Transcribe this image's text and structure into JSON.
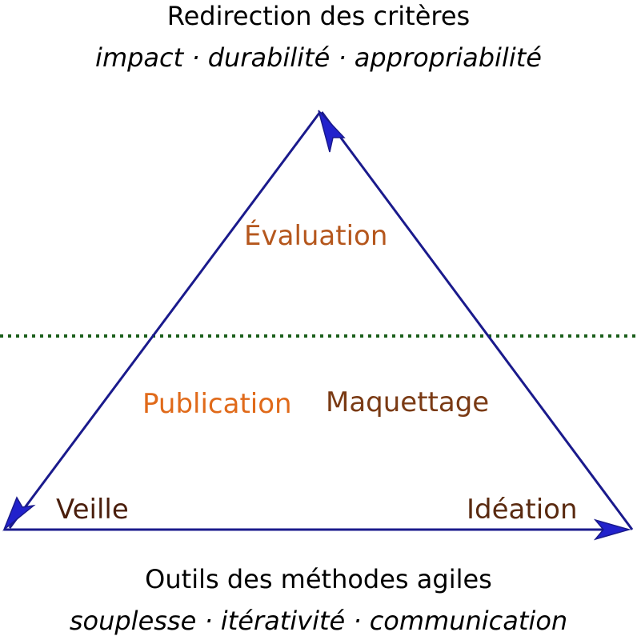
{
  "top": {
    "title": "Redirection des critères",
    "subtitle": "impact · durabilité · appropriabilité"
  },
  "bottom": {
    "title": "Outils des méthodes agiles",
    "subtitle": "souplesse · itérativité · communication"
  },
  "nodes": {
    "evaluation": "Évaluation",
    "publication": "Publication",
    "maquettage": "Maquettage",
    "veille": "Veille",
    "ideation": "Idéation"
  },
  "colors": {
    "arrow": "#1a1a8c",
    "arrowhead": "#2222cc",
    "divider": "#1b5e1b",
    "evaluation": "#b5571d",
    "publication": "#e06a1a",
    "maquettage": "#7a3a14",
    "veille": "#4a1e0c",
    "ideation": "#5a2a10",
    "text": "#000000"
  }
}
